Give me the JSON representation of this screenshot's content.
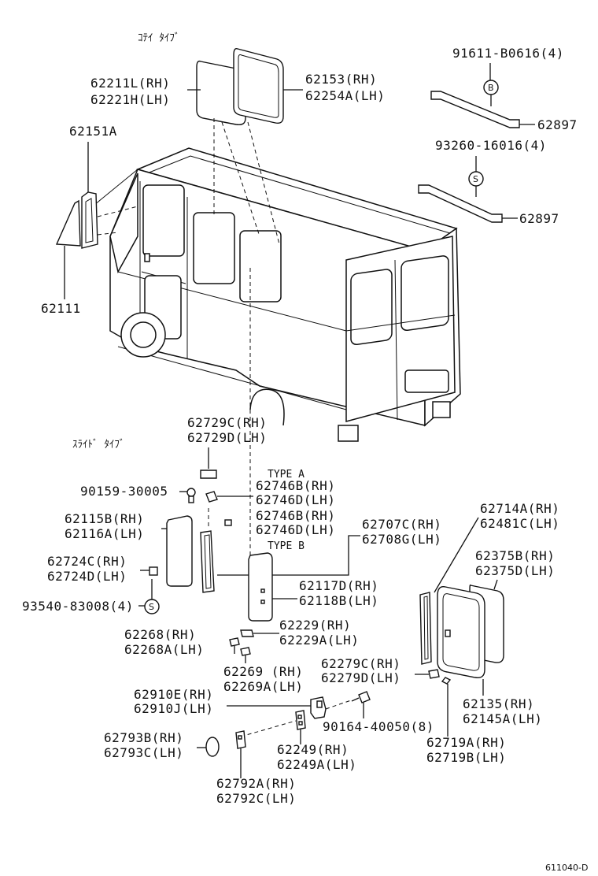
{
  "header": {
    "fixed_type": "ｺﾃｲ ﾀｲﾌﾞ",
    "slide_type": "ｽﾗｲﾄﾞ ﾀｲﾌﾞ",
    "type_a": "TYPE A",
    "type_b": "TYPE B"
  },
  "labels": {
    "p62211": "62211L(RH)",
    "p62221": "62221H(LH)",
    "p62153": "62153(RH)",
    "p62254": "62254A(LH)",
    "p91611": "91611-B0616(4)",
    "p62897a": "62897",
    "p93260": "93260-16016(4)",
    "p62897b": "62897",
    "p62151": "62151A",
    "p62111": "62111",
    "p62729c": "62729C(RH)",
    "p62729d": "62729D(LH)",
    "p90159": "90159-30005",
    "p62746b1": "62746B(RH)",
    "p62746d1": "62746D(LH)",
    "p62746b2": "62746B(RH)",
    "p62746d2": "62746D(LH)",
    "p62707": "62707C(RH)",
    "p62708": "62708G(LH)",
    "p62115": "62115B(RH)",
    "p62116": "62116A(LH)",
    "p62724c": "62724C(RH)",
    "p62724d": "62724D(LH)",
    "p93540": "93540-83008(4)",
    "p62117": "62117D(RH)",
    "p62118": "62118B(LH)",
    "p62229": "62229(RH)",
    "p62229a": "62229A(LH)",
    "p62268": "62268(RH)",
    "p62268a": "62268A(LH)",
    "p62269": "62269  (RH)",
    "p62269a": "62269A(LH)",
    "p62910e": "62910E(RH)",
    "p62910j": "62910J(LH)",
    "p62793b": "62793B(RH)",
    "p62793c": "62793C(LH)",
    "p62249": "62249(RH)",
    "p62249a": "62249A(LH)",
    "p62792a": "62792A(RH)",
    "p62792c": "62792C(LH)",
    "p62279c": "62279C(RH)",
    "p62279d": "62279D(LH)",
    "p90164": "90164-40050(8)",
    "p62714": "62714A(RH)",
    "p62481": "62481C(LH)",
    "p62375b": "62375B(RH)",
    "p62375d": "62375D(LH)",
    "p62135": "62135(RH)",
    "p62145": "62145A(LH)",
    "p62719a": "62719A(RH)",
    "p62719b": "62719B(LH)"
  },
  "callouts": {
    "b": "B",
    "s1": "S",
    "s2": "S"
  },
  "footer": {
    "code": "611040-D"
  }
}
